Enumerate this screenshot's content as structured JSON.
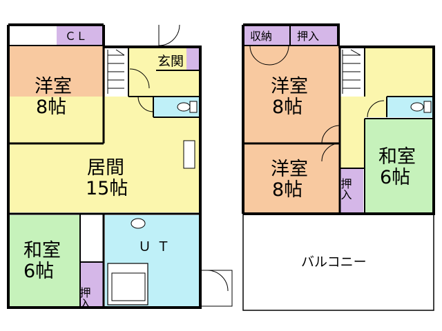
{
  "floor1": {
    "closet": "ＣＬ",
    "western_room_name": "洋室",
    "western_room_size": "8帖",
    "entrance": "玄関",
    "living_room_name": "居間",
    "living_room_size": "15帖",
    "japanese_room_name": "和室",
    "japanese_room_size": "6帖",
    "storage": "押入",
    "utility": "ＵＴ"
  },
  "floor2": {
    "storage_label": "収納",
    "closet_label": "押入",
    "western_room1_name": "洋室",
    "western_room1_size": "8帖",
    "western_room2_name": "洋室",
    "western_room2_size": "8帖",
    "japanese_room_name": "和室",
    "japanese_room_size": "6帖",
    "storage_small": "押入",
    "balcony": "バルコニー"
  },
  "colors": {
    "western_room": "#f8c9a0",
    "living": "#fbf6ad",
    "japanese_room": "#c6f2bb",
    "storage": "#d5b7e8",
    "utility": "#bff0f8",
    "balcony": "#ffffff",
    "wall": "#000000"
  }
}
